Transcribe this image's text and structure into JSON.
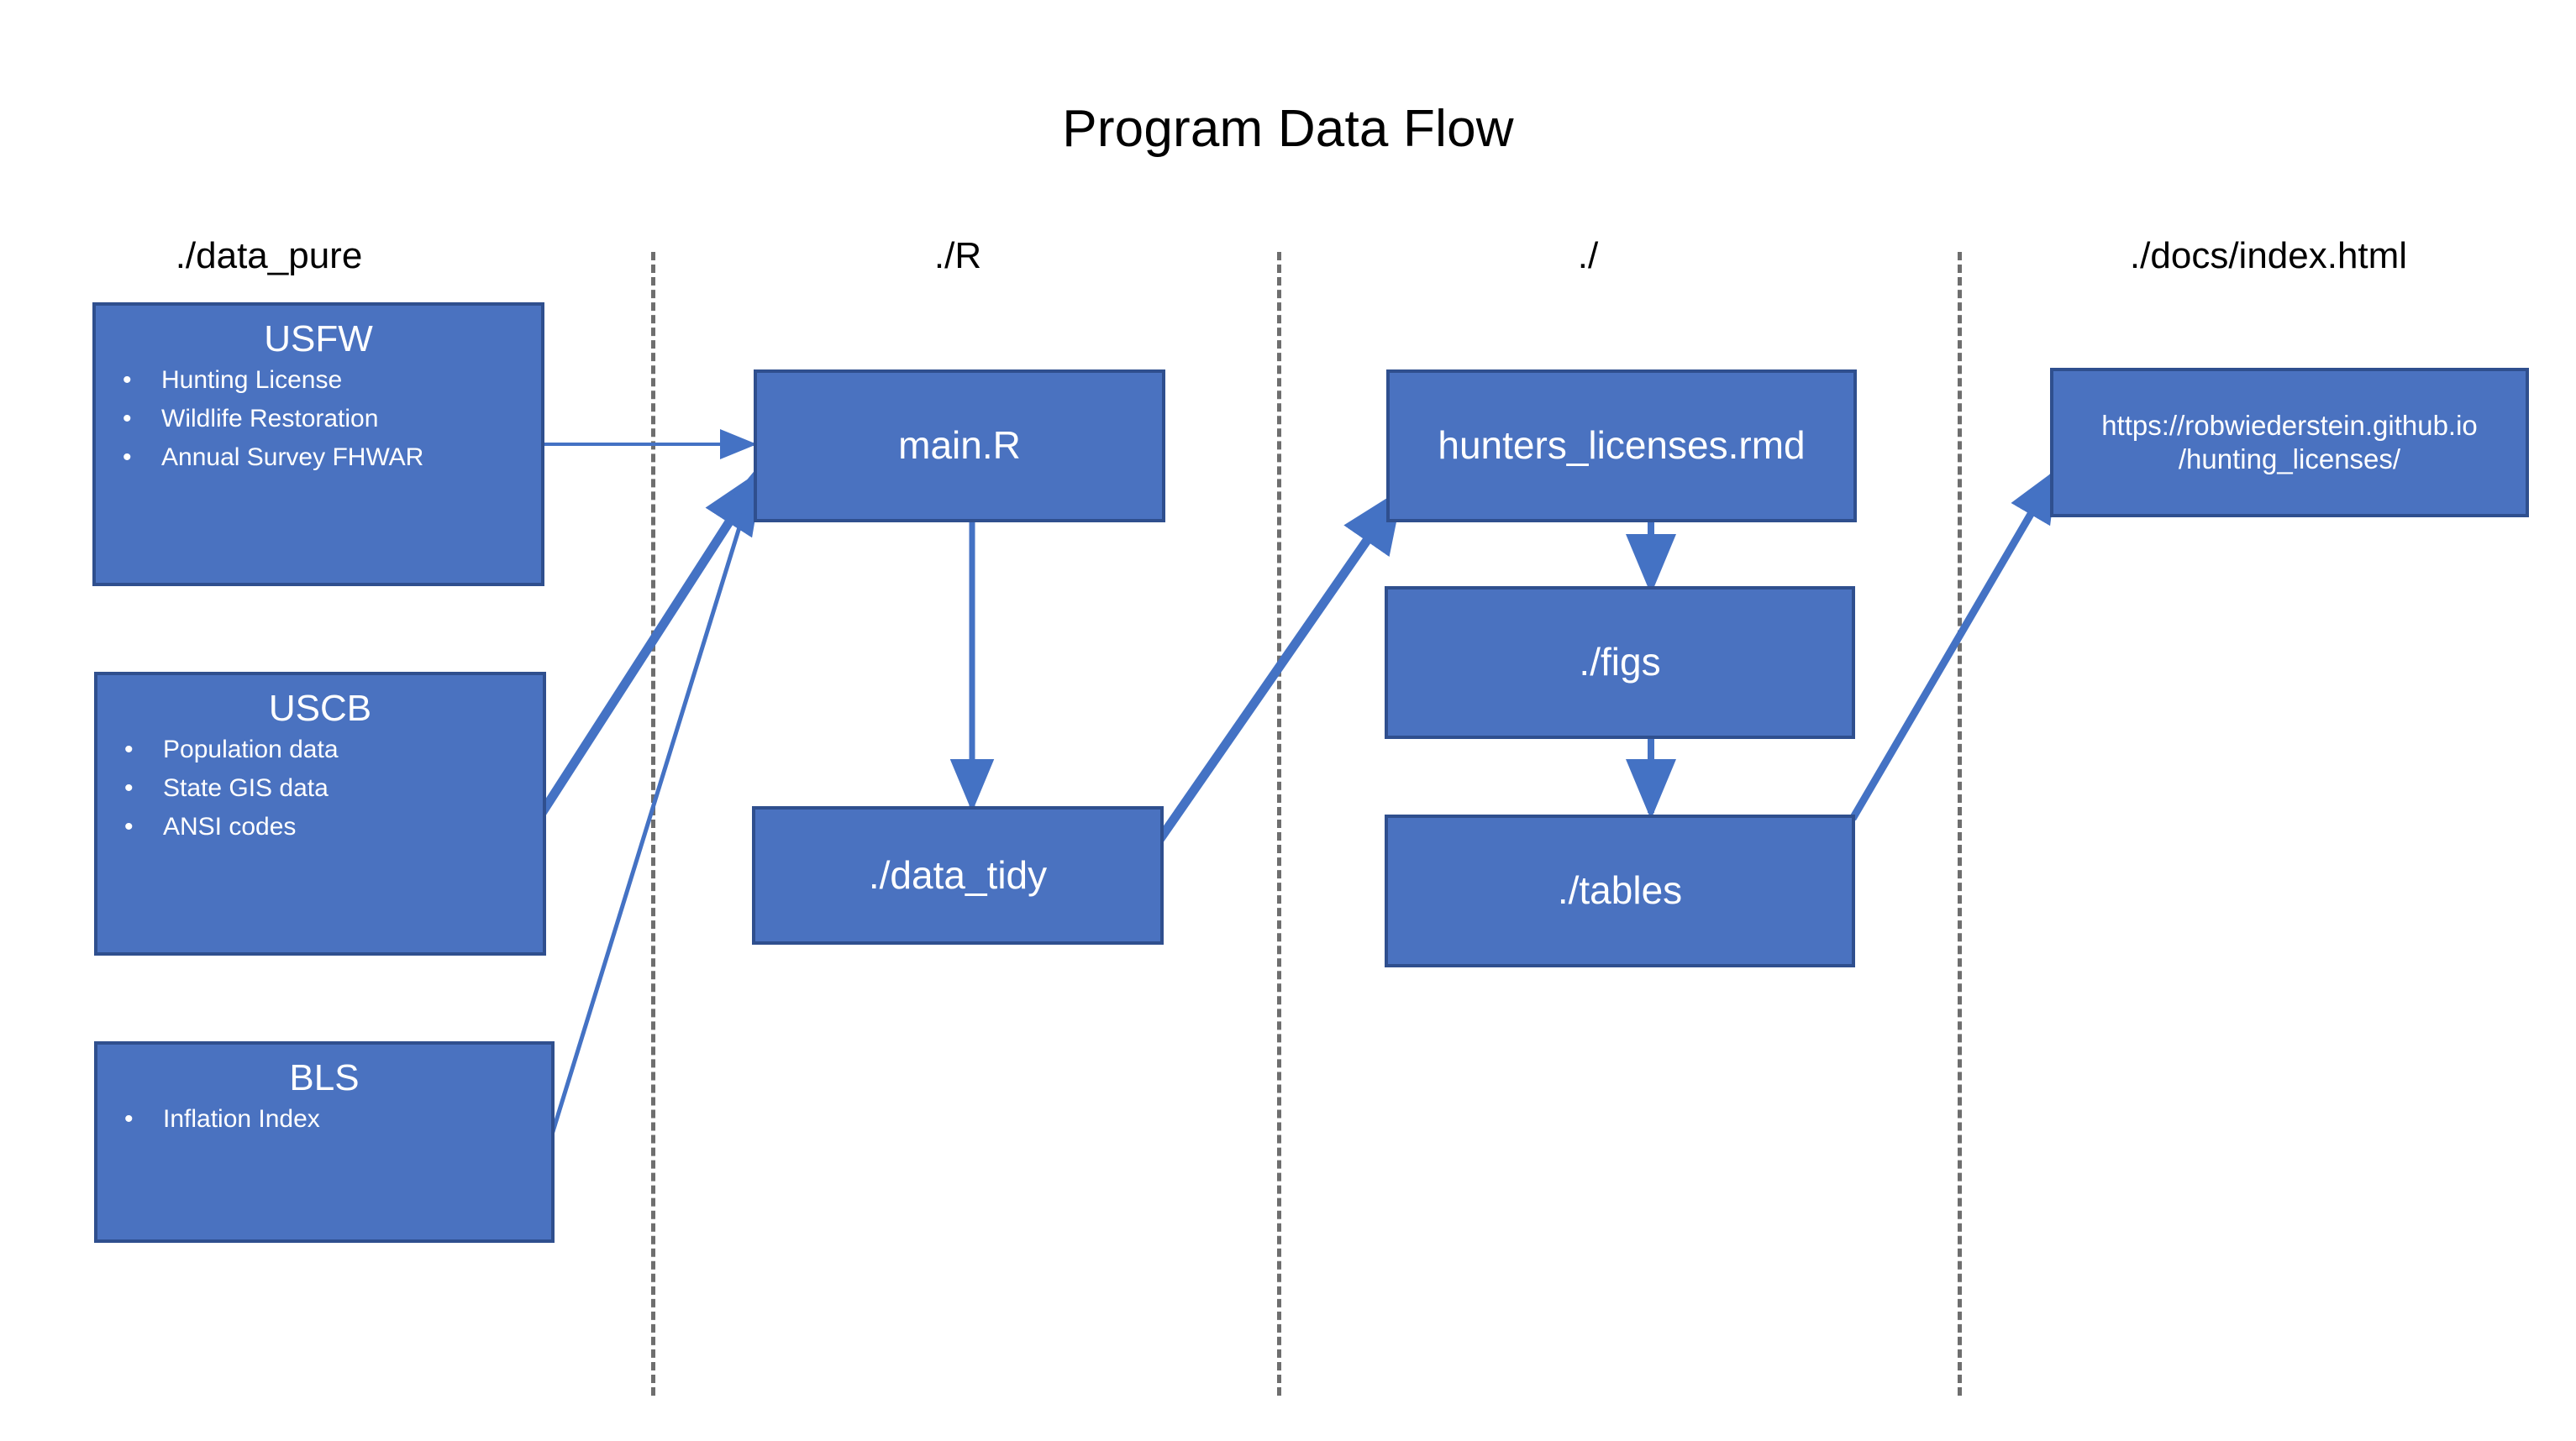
{
  "diagram": {
    "title": "Program Data Flow",
    "colors": {
      "node_fill": "#4a72c0",
      "node_border": "#2f4f8e",
      "node_text": "#ffffff",
      "edge": "#4472c4",
      "divider": "#6e6e6e",
      "background": "#ffffff",
      "title_text": "#000000"
    }
  },
  "columns": [
    {
      "id": "data_pure",
      "header": "./data_pure"
    },
    {
      "id": "r",
      "header": "./R"
    },
    {
      "id": "root",
      "header": "./"
    },
    {
      "id": "docs",
      "header": "./docs/index.html"
    }
  ],
  "nodes": {
    "usfw": {
      "title": "USFW",
      "bullets": [
        "Hunting License",
        "Wildlife Restoration",
        "Annual Survey FHWAR"
      ]
    },
    "uscb": {
      "title": "USCB",
      "bullets": [
        "Population data",
        "State GIS data",
        "ANSI codes"
      ]
    },
    "bls": {
      "title": "BLS",
      "bullets": [
        "Inflation Index"
      ]
    },
    "main_r": {
      "label": "main.R"
    },
    "data_tidy": {
      "label": "./data_tidy"
    },
    "hunters_licenses": {
      "label": "hunters_licenses.rmd"
    },
    "figs": {
      "label": "./figs"
    },
    "tables": {
      "label": "./tables"
    },
    "site_url": {
      "label": "https://robwiederstein.github.io\n/hunting_licenses/"
    }
  },
  "edges": [
    {
      "from": "usfw",
      "to": "main_r"
    },
    {
      "from": "uscb",
      "to": "main_r"
    },
    {
      "from": "bls",
      "to": "main_r"
    },
    {
      "from": "main_r",
      "to": "data_tidy"
    },
    {
      "from": "data_tidy",
      "to": "hunters_licenses"
    },
    {
      "from": "hunters_licenses",
      "to": "figs"
    },
    {
      "from": "figs",
      "to": "tables"
    },
    {
      "from": "tables",
      "to": "site_url"
    }
  ]
}
